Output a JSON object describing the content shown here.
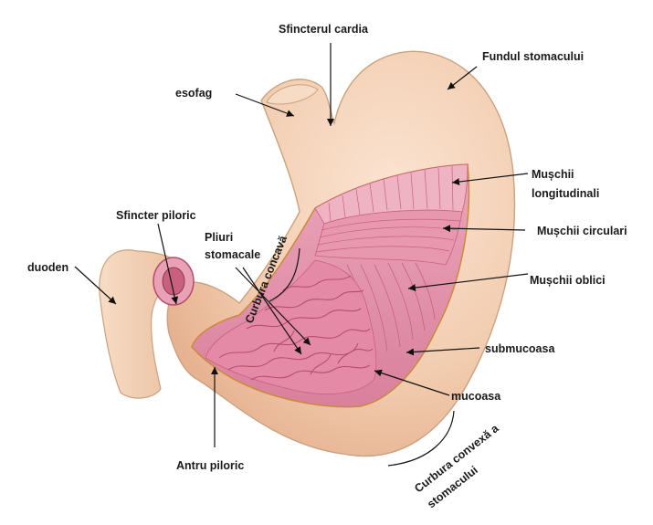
{
  "labels": {
    "sfincterul_cardia": "Sfincterul cardia",
    "fundul_stomacului": "Fundul stomacului",
    "esofag": "esofag",
    "muschii_longitudinali_1": "Mușchii",
    "muschii_longitudinali_2": "longitudinali",
    "muschii_circulari": "Mușchii circulari",
    "sfincter_piloric": "Sfincter piloric",
    "pliuri_stomacale_1": "Pliuri",
    "pliuri_stomacale_2": "stomacale",
    "curbura_concava": "Curbura concavă",
    "duoden": "duoden",
    "muschii_oblici": "Mușchii oblici",
    "submucoasa": "submucoasa",
    "mucoasa": "mucoasa",
    "antru_piloric": "Antru piloric",
    "curbura_convexa_1": "Curbura convexă a",
    "curbura_convexa_2": "stomacului"
  },
  "colors": {
    "stomach_outer": "#f2cdb0",
    "stomach_outline": "#c9a27f",
    "muscle": "#e59ab0",
    "mucosa": "#e58aa6",
    "fold": "#c9607f",
    "duodenum": "#f4d3b8",
    "serosa_edge": "#c98a3a"
  }
}
